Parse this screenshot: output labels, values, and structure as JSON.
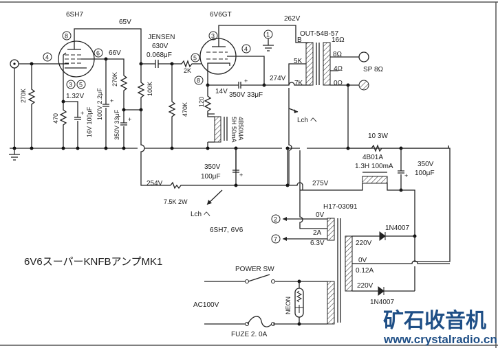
{
  "title": "6V6スーパーKNFBアンプMK1",
  "watermark": {
    "brand": "矿石收音机",
    "url": "www.crystalradio.cn",
    "color": "#1f4f86"
  },
  "tubes": {
    "v1": {
      "type": "6SH7",
      "pins": {
        "plate": "8",
        "grid": "4",
        "screen": "6",
        "cathode": "3 5"
      },
      "screen_voltage": "66V",
      "plate_voltage": "65V",
      "cathode_voltage": "1.32V"
    },
    "v2": {
      "type": "6V6GT",
      "pins": {
        "plate": "3",
        "grid": "5",
        "screen": "4",
        "cathode": "8",
        "ground": "1"
      },
      "cathode_voltage": "14V",
      "screen_voltage": "274V",
      "plate_voltage": "262V"
    }
  },
  "components": {
    "r_input": "270K",
    "r_cathode1": "470",
    "c_cathode1": "16V 100μF",
    "c_screen1": "100V 2.2μF",
    "r_screen1": "270K",
    "c_decouple1": "350V 33μF",
    "r_load1": "100K",
    "coupling_brand": "JENSEN",
    "coupling_voltage": "630V",
    "coupling_value": "0.068μF",
    "r_grid_stop": "2K",
    "r_grid_leak": "470K",
    "r_cathode2": "120",
    "c_cathode2": "350V 33μF",
    "choke1_model": "4B50MA",
    "choke1_spec": "5H 50mA",
    "r_supply": "7.5K 2W",
    "c_supply1_v": "350V",
    "c_supply1_c": "100μF",
    "r_filter": "10 3W",
    "choke2_model": "4B01A",
    "choke2_spec": "1.3H 100mA",
    "c_supply2_v": "350V",
    "c_supply2_c": "100μF",
    "rectifier_top": "1N4007",
    "rectifier_bottom": "1N4007"
  },
  "output_transformer": {
    "model": "OUT-54B-57",
    "taps_primary": [
      "B",
      "5K",
      "7K"
    ],
    "taps_secondary": [
      "16Ω",
      "8Ω",
      "4Ω",
      "0Ω"
    ],
    "speaker": "SP 8Ω"
  },
  "power_transformer": {
    "model": "H17-03091",
    "heater_0v": "0V",
    "heater_current": "2A",
    "heater_voltage": "6.3V",
    "hv_top": "220V",
    "hv_center": "0V",
    "hv_current": "0.12A",
    "hv_bottom": "220V"
  },
  "voltages": {
    "b_plus_main": "275V",
    "b_plus_mid": "254V"
  },
  "notes": {
    "lch1": "Lch へ",
    "lch2": "Lch へ",
    "heater_tubes": "6SH7, 6V6",
    "heater_pin_a": "2",
    "heater_pin_b": "7"
  },
  "mains": {
    "input": "AC100V",
    "switch": "POWER SW",
    "fuse": "FUZE 2. 0A",
    "neon": "NEON"
  }
}
